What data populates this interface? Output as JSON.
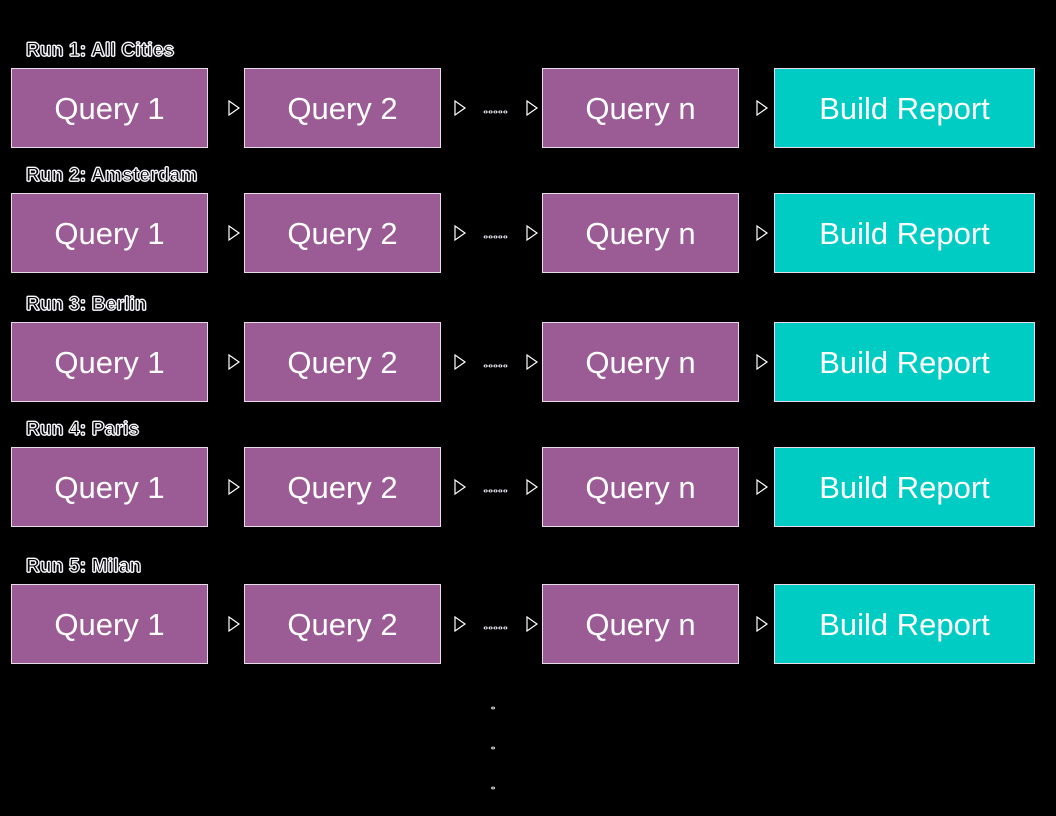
{
  "diagram": {
    "background_color": "#000000",
    "node_fill_query": "#9b5c96",
    "node_fill_report": "#00ccc4",
    "node_border_color": "#e8dcea",
    "node_text_color": "#ffffff",
    "arrow_glyph": "hollow-right-triangle",
    "step_separator_label": ".....",
    "vertical_continuation_label": ".",
    "runs": [
      {
        "label": "Run 1: All Cities",
        "steps": [
          {
            "label": "Query 1",
            "kind": "query"
          },
          {
            "label": "Query 2",
            "kind": "query"
          },
          {
            "label": "Query n",
            "kind": "query"
          },
          {
            "label": "Build Report",
            "kind": "report"
          }
        ]
      },
      {
        "label": "Run 2: Amsterdam",
        "steps": [
          {
            "label": "Query 1",
            "kind": "query"
          },
          {
            "label": "Query 2",
            "kind": "query"
          },
          {
            "label": "Query n",
            "kind": "query"
          },
          {
            "label": "Build Report",
            "kind": "report"
          }
        ]
      },
      {
        "label": "Run 3: Berlin",
        "steps": [
          {
            "label": "Query 1",
            "kind": "query"
          },
          {
            "label": "Query 2",
            "kind": "query"
          },
          {
            "label": "Query n",
            "kind": "query"
          },
          {
            "label": "Build Report",
            "kind": "report"
          }
        ]
      },
      {
        "label": "Run 4: Paris",
        "steps": [
          {
            "label": "Query 1",
            "kind": "query"
          },
          {
            "label": "Query 2",
            "kind": "query"
          },
          {
            "label": "Query n",
            "kind": "query"
          },
          {
            "label": "Build Report",
            "kind": "report"
          }
        ]
      },
      {
        "label": "Run 5: Milan",
        "steps": [
          {
            "label": "Query 1",
            "kind": "query"
          },
          {
            "label": "Query 2",
            "kind": "query"
          },
          {
            "label": "Query n",
            "kind": "query"
          },
          {
            "label": "Build Report",
            "kind": "report"
          }
        ]
      }
    ]
  }
}
